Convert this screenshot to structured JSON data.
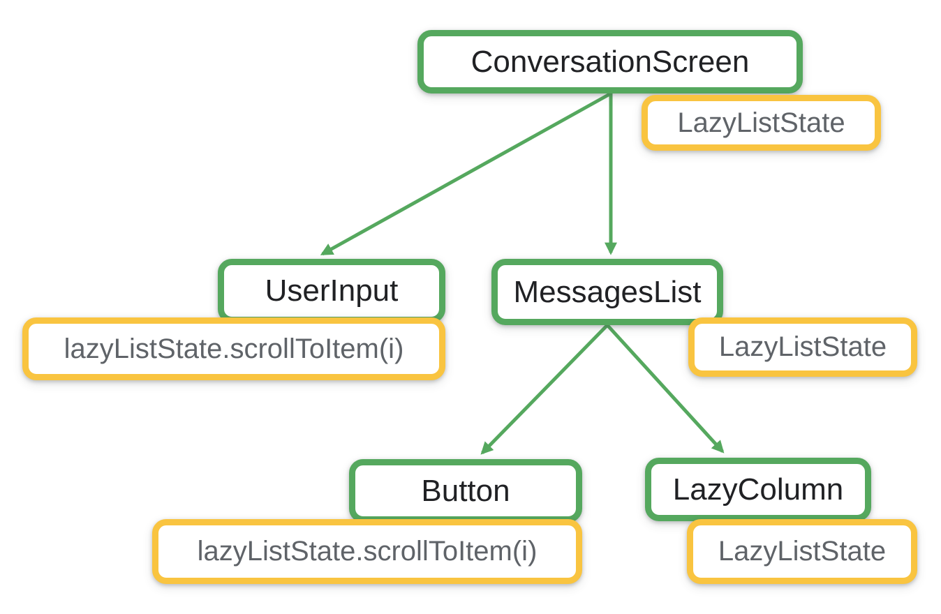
{
  "colors": {
    "component_border": "#55A85E",
    "state_border": "#F9C440",
    "component_text": "#202124",
    "state_text": "#5F6368",
    "arrow": "#55A85E",
    "background": "#FFFFFF"
  },
  "nodes": [
    {
      "id": "conversation-screen",
      "label": "ConversationScreen"
    },
    {
      "id": "user-input",
      "label": "UserInput"
    },
    {
      "id": "messages-list",
      "label": "MessagesList"
    },
    {
      "id": "button",
      "label": "Button"
    },
    {
      "id": "lazy-column",
      "label": "LazyColumn"
    }
  ],
  "states": [
    {
      "attached_to": "conversation-screen",
      "label": "LazyListState"
    },
    {
      "attached_to": "user-input",
      "label": "lazyListState.scrollToItem(i)"
    },
    {
      "attached_to": "messages-list",
      "label": "LazyListState"
    },
    {
      "attached_to": "button",
      "label": "lazyListState.scrollToItem(i)"
    },
    {
      "attached_to": "lazy-column",
      "label": "LazyListState"
    }
  ],
  "edges": [
    {
      "from": "conversation-screen",
      "to": "user-input"
    },
    {
      "from": "conversation-screen",
      "to": "messages-list"
    },
    {
      "from": "messages-list",
      "to": "button"
    },
    {
      "from": "messages-list",
      "to": "lazy-column"
    }
  ]
}
